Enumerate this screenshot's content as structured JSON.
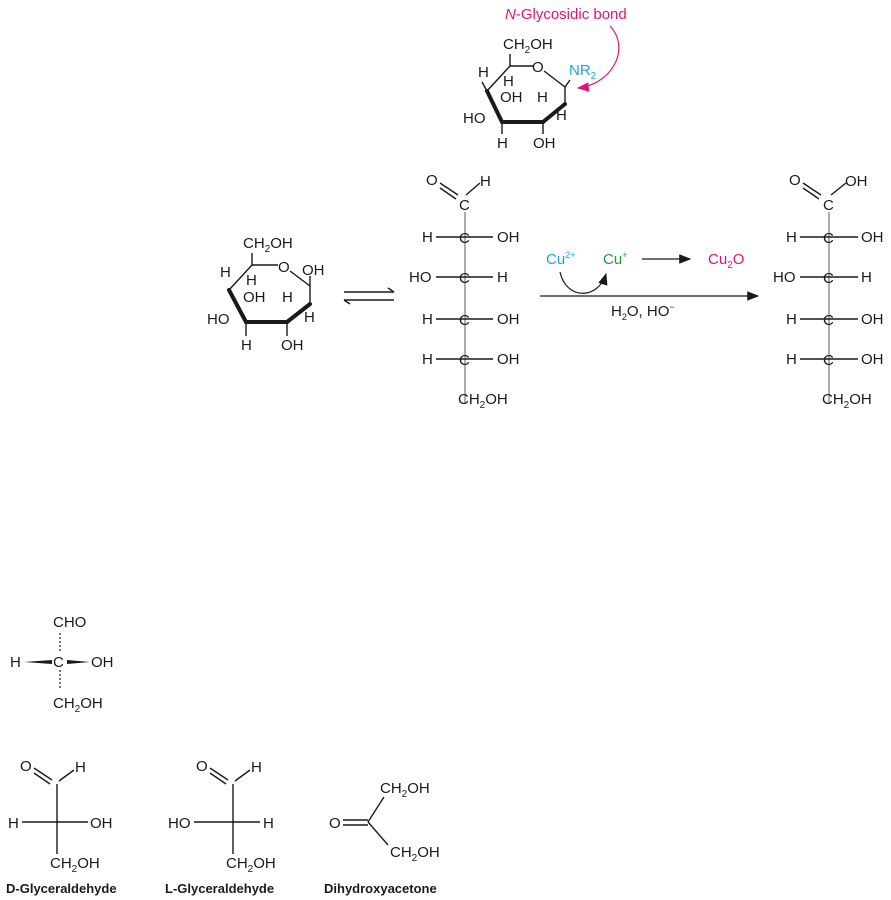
{
  "glycosidic": {
    "label_italic": "N",
    "label_rest": "-Glycosidic bond",
    "ring": {
      "ch2oh": "CH",
      "ch2oh_sub": "2",
      "ch2oh_end": "OH",
      "h1": "H",
      "h2": "H",
      "oh3": "OH",
      "h4": "H",
      "ho": "HO",
      "h5": "H",
      "h6": "H",
      "oh6": "OH",
      "ring_o": "O",
      "nr": "NR",
      "nr_sub": "2"
    }
  },
  "reaction": {
    "ring": {
      "ch2oh": "CH",
      "ch2oh_sub": "2",
      "ch2oh_end": "OH",
      "h1": "H",
      "h2": "H",
      "oh_top": "OH",
      "oh3": "OH",
      "h4": "H",
      "ho": "HO",
      "h5": "H",
      "h6": "H",
      "oh6": "OH",
      "ring_o": "O"
    },
    "open_chain": {
      "o": "O",
      "h": "H",
      "c": "C",
      "h_left": "H",
      "oh_right": "OH",
      "ho_left": "HO",
      "h_right": "H",
      "ch2": "CH",
      "ch2_sub": "2",
      "ch2_end": "OH"
    },
    "cu2": "Cu",
    "cu2_sup": "2+",
    "cu1": "Cu",
    "cu1_sup": "+",
    "cu2o": "Cu",
    "cu2o_sub": "2",
    "cu2o_end": "O",
    "conditions_a": "H",
    "conditions_sub": "2",
    "conditions_b": "O, HO",
    "conditions_sup": "−",
    "acid": {
      "o": "O",
      "oh": "OH",
      "c": "C"
    }
  },
  "fischer": {
    "cho": "CHO",
    "h": "H",
    "c": "C",
    "oh": "OH",
    "ch2": "CH",
    "ch2_sub": "2",
    "ch2_end": "OH"
  },
  "trioses": {
    "d_name": "D-Glyceraldehyde",
    "l_name": "L-Glyceraldehyde",
    "dha_name": "Dihydroxyacetone",
    "o": "O",
    "h": "H",
    "oh": "OH",
    "ho": "HO",
    "ch2": "CH",
    "ch2_sub": "2",
    "ch2_end": "OH"
  },
  "colors": {
    "magenta": "#e0137e",
    "cyan": "#1fa3e0",
    "green": "#1c9a3c",
    "ink": "#1a1a1a",
    "grey": "#8a8a8a"
  }
}
